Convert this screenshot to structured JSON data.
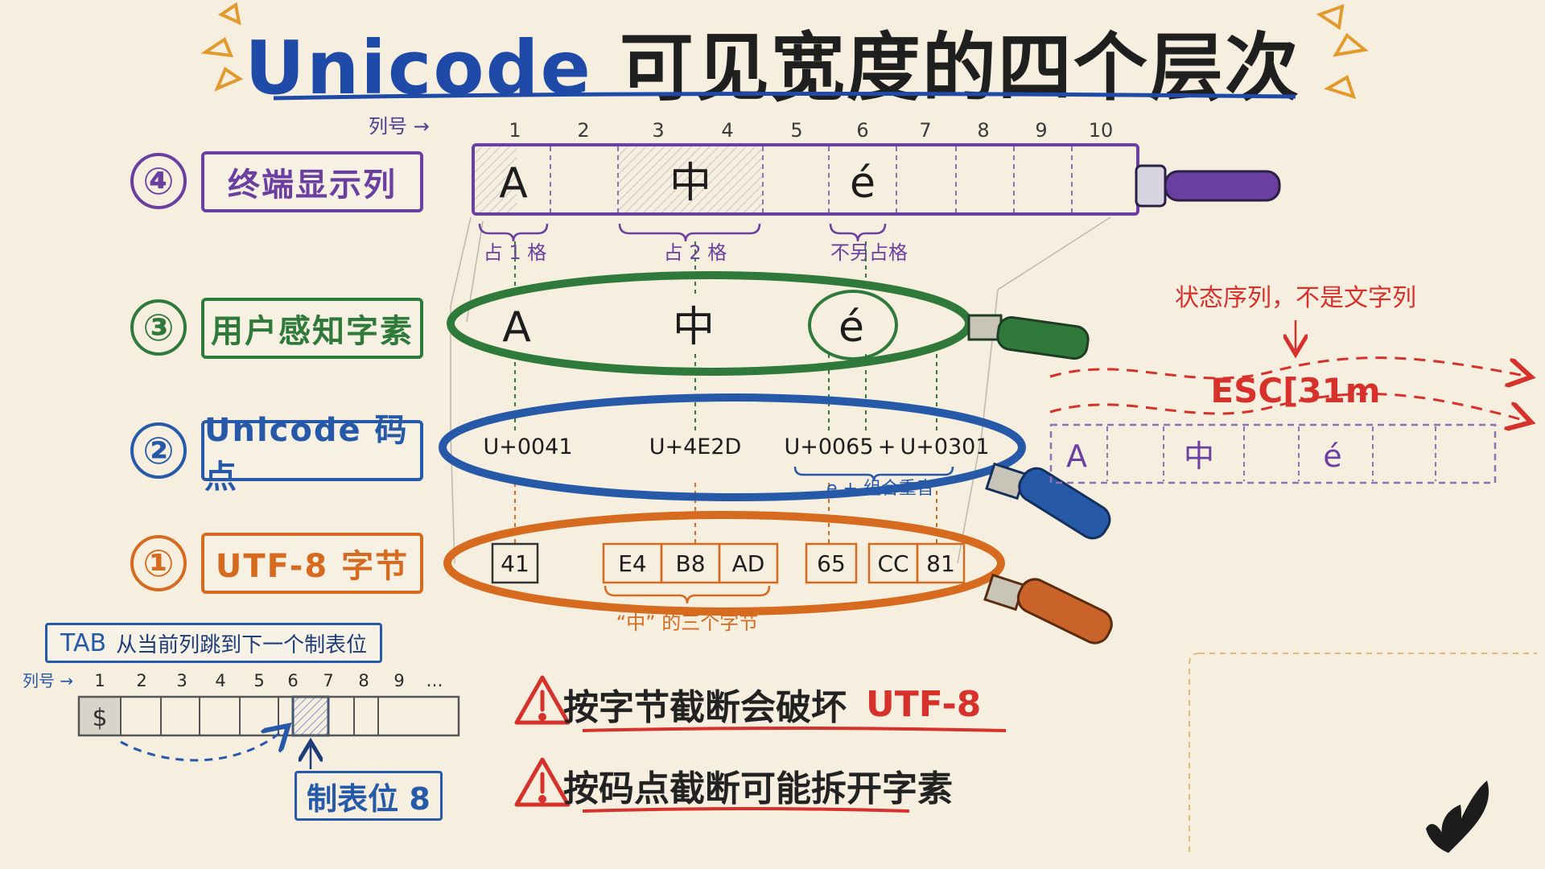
{
  "title": {
    "en": "Unicode",
    "zh": "可见宽度的四个层次"
  },
  "column_label": "列号 →",
  "columns": [
    "1",
    "2",
    "3",
    "4",
    "5",
    "6",
    "7",
    "8",
    "9",
    "10"
  ],
  "levels": [
    {
      "num": "④",
      "label": "终端显示列",
      "color": "#6b3fa0"
    },
    {
      "num": "③",
      "label": "用户感知字素",
      "color": "#2f7a3a"
    },
    {
      "num": "②",
      "label": "Unicode 码点",
      "color": "#2659a8"
    },
    {
      "num": "①",
      "label": "UTF-8 字节",
      "color": "#d66a1e"
    }
  ],
  "terminal_cells": [
    "A",
    "中",
    "é"
  ],
  "width_notes": [
    "占 1 格",
    "占 2 格",
    "不另占格"
  ],
  "graphemes": [
    "A",
    "中",
    "é"
  ],
  "codepoints": [
    "U+0041",
    "U+4E2D",
    "U+0065",
    "+",
    "U+0301"
  ],
  "combining_note": "e + 组合重音",
  "bytes": [
    "41",
    "E4",
    "B8",
    "AD",
    "65",
    "CC",
    "81"
  ],
  "bytes_note": "“中” 的三个字节",
  "escape": {
    "note": "状态序列，不是文字列",
    "sequence": "ESC[31m",
    "cells": [
      "A",
      "中",
      "é"
    ]
  },
  "tab": {
    "title": "TAB",
    "subtitle": "从当前列跳到下一个制表位",
    "column_label": "列号 →",
    "columns": [
      "1",
      "2",
      "3",
      "4",
      "5",
      "6",
      "7",
      "8",
      "9",
      "…"
    ],
    "first_cell": "$",
    "stop_label": "制表位 8"
  },
  "warnings": [
    {
      "text": "按字节截断会破坏",
      "highlight": "UTF-8"
    },
    {
      "text": "按码点截断可能拆开字素",
      "highlight": ""
    }
  ],
  "colors": {
    "purple": "#6b3fa0",
    "green": "#2f7a3a",
    "blue": "#2659a8",
    "orange": "#d66a1e",
    "red": "#d6312a",
    "background": "#f6efe0"
  },
  "icons": [
    "warning-icon",
    "butterfly-logo-icon",
    "sparkle-icon"
  ]
}
